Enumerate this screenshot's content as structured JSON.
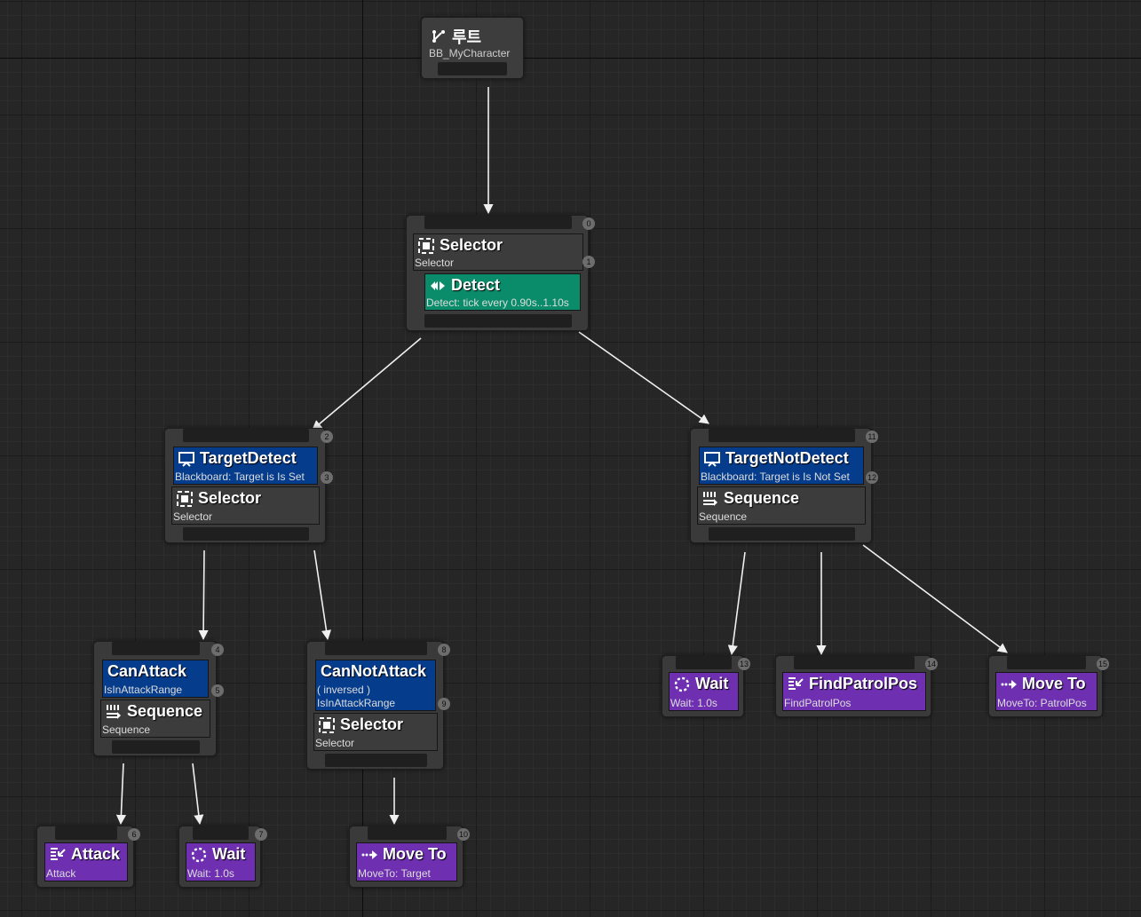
{
  "root": {
    "title": "루트",
    "blackboard": "BB_MyCharacter"
  },
  "selector_main": {
    "index": "0",
    "title": "Selector",
    "subtitle": "Selector",
    "sub_index": "1",
    "service": {
      "title": "Detect",
      "subtitle": "Detect: tick every 0.90s..1.10s"
    }
  },
  "target_detect": {
    "index": "2",
    "decorator": {
      "title": "TargetDetect",
      "subtitle": "Blackboard: Target is Is Set"
    },
    "dec_index": "3",
    "composite": {
      "title": "Selector",
      "subtitle": "Selector"
    }
  },
  "target_not_detect": {
    "index": "11",
    "decorator": {
      "title": "TargetNotDetect",
      "subtitle": "Blackboard: Target is Is Not Set"
    },
    "dec_index": "12",
    "composite": {
      "title": "Sequence",
      "subtitle": "Sequence"
    }
  },
  "can_attack": {
    "index": "4",
    "decorator": {
      "title": "CanAttack",
      "subtitle": "IsInAttackRange"
    },
    "dec_index": "5",
    "composite": {
      "title": "Sequence",
      "subtitle": "Sequence"
    }
  },
  "can_not_attack": {
    "index": "8",
    "decorator": {
      "title": "CanNotAttack",
      "inversed": "( inversed )",
      "subtitle": "IsInAttackRange"
    },
    "dec_index": "9",
    "composite": {
      "title": "Selector",
      "subtitle": "Selector"
    }
  },
  "tasks": {
    "attack": {
      "index": "6",
      "title": "Attack",
      "subtitle": "Attack"
    },
    "wait_a": {
      "index": "7",
      "title": "Wait",
      "subtitle": "Wait: 1.0s"
    },
    "move_to_target": {
      "index": "10",
      "title": "Move To",
      "subtitle": "MoveTo: Target"
    },
    "wait_b": {
      "index": "13",
      "title": "Wait",
      "subtitle": "Wait: 1.0s"
    },
    "find_patrol": {
      "index": "14",
      "title": "FindPatrolPos",
      "subtitle": "FindPatrolPos"
    },
    "move_to_patrol": {
      "index": "15",
      "title": "Move To",
      "subtitle": "MoveTo: PatrolPos"
    }
  },
  "colors": {
    "composite": "#3c3c3c",
    "decorator": "#053c8c",
    "service": "#0a8c6a",
    "task": "#6e2fb1",
    "background": "#262626"
  },
  "icons": [
    "root-icon",
    "selector-icon",
    "service-icon",
    "blackboard-icon",
    "sequence-icon",
    "task-icon",
    "wait-icon",
    "move-to-icon"
  ]
}
